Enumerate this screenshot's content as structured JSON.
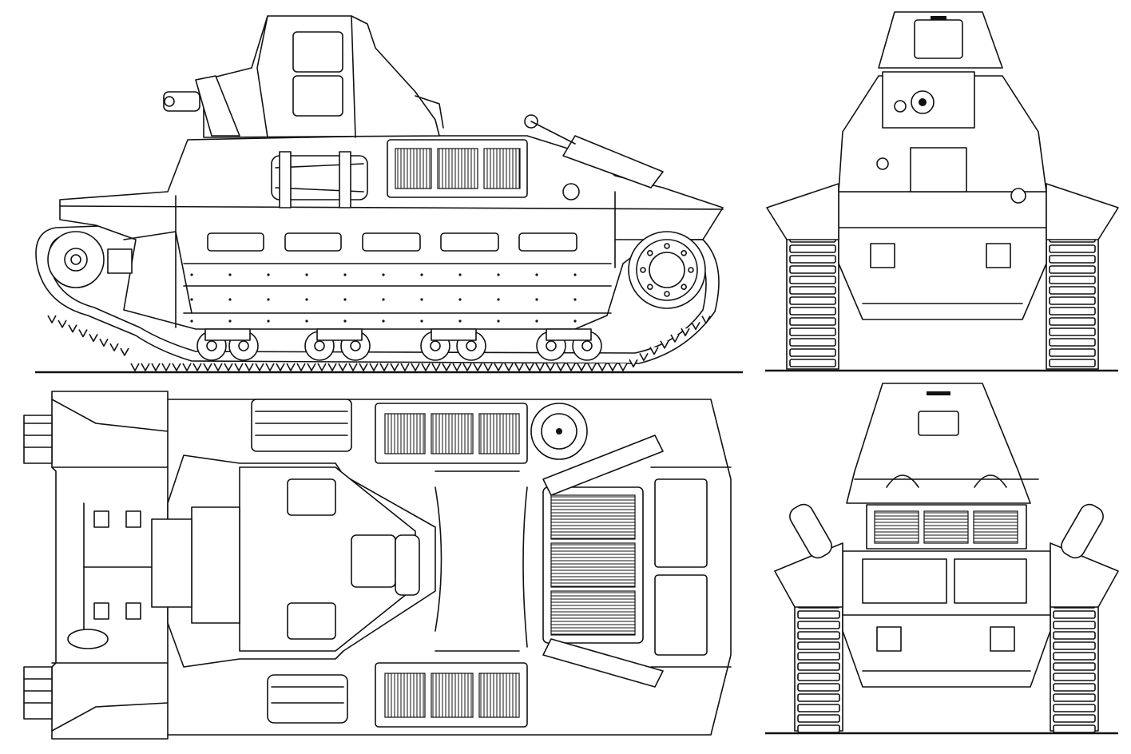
{
  "drawing": {
    "views": [
      {
        "id": "side",
        "label": ""
      },
      {
        "id": "top",
        "label": ""
      },
      {
        "id": "front",
        "label": ""
      },
      {
        "id": "rear",
        "label": ""
      }
    ],
    "caption": "",
    "colors": {
      "line": "#111111",
      "paper": "#ffffff"
    }
  }
}
